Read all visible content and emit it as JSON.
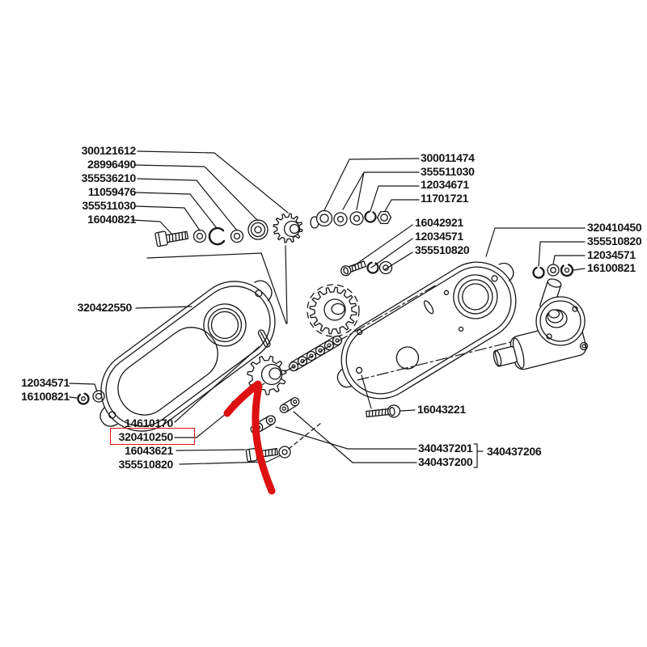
{
  "diagram_type": "exploded-parts-diagram",
  "colors": {
    "line": "#161616",
    "background": "#ffffff",
    "highlight": "#dd1111"
  },
  "labels": {
    "top_left": [
      "300121612",
      "28996490",
      "355536210",
      "11059476",
      "355511030",
      "16040821"
    ],
    "top_right": [
      "300011474",
      "355511030",
      "12034671",
      "11701721"
    ],
    "mid_right": [
      "16042921",
      "12034571",
      "355510820"
    ],
    "far_right": [
      "320410450",
      "355510820",
      "12034571",
      "16100821"
    ],
    "cover": "320422550",
    "left": [
      "12034571",
      "16100821"
    ],
    "bottom_left": [
      "14610170",
      "320410250",
      "16043621",
      "355510820"
    ],
    "bottom_right": {
      "bolt": "16043221",
      "upper": "340437201",
      "lower": "340437200",
      "group": "340437206"
    }
  },
  "highlight": {
    "part_number": "320410250"
  }
}
